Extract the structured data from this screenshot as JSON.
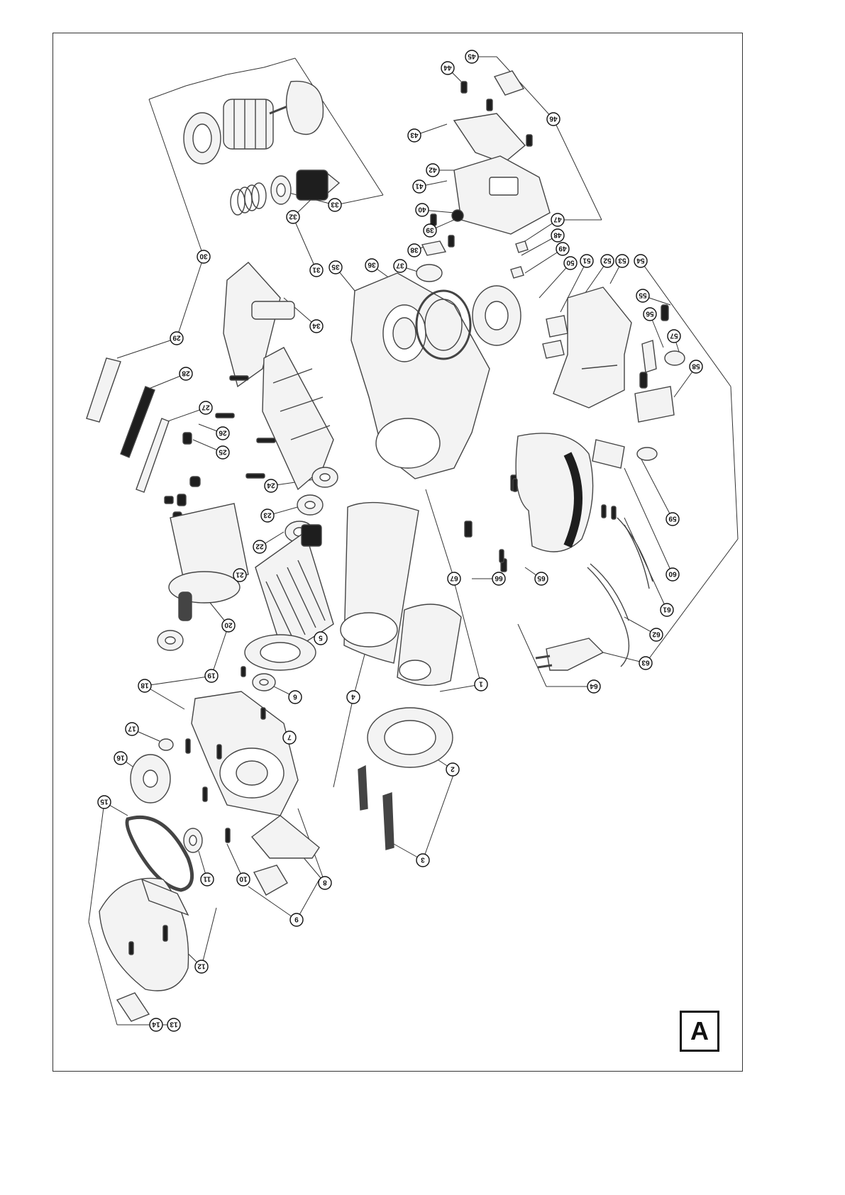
{
  "figure_letter": "A",
  "colors": {
    "line": "#333333",
    "part_fill": "#f3f3f3",
    "part_stroke": "#444444",
    "dark": "#1e1e1e",
    "callout": "#ffffff"
  },
  "callouts": [
    "1",
    "2",
    "3",
    "4",
    "5",
    "6",
    "7",
    "8",
    "9",
    "10",
    "11",
    "12",
    "13",
    "14",
    "15",
    "16",
    "17",
    "18",
    "19",
    "20",
    "21",
    "22",
    "23",
    "24",
    "25",
    "26",
    "27",
    "28",
    "29",
    "30",
    "31",
    "32",
    "33",
    "34",
    "35",
    "36",
    "37",
    "38",
    "39",
    "40",
    "41",
    "42",
    "43",
    "44",
    "45",
    "46",
    "47",
    "48",
    "49",
    "50",
    "51",
    "52",
    "53",
    "54",
    "55",
    "56",
    "57",
    "58",
    "59",
    "60",
    "61",
    "62",
    "63",
    "64",
    "65",
    "66",
    "67"
  ]
}
